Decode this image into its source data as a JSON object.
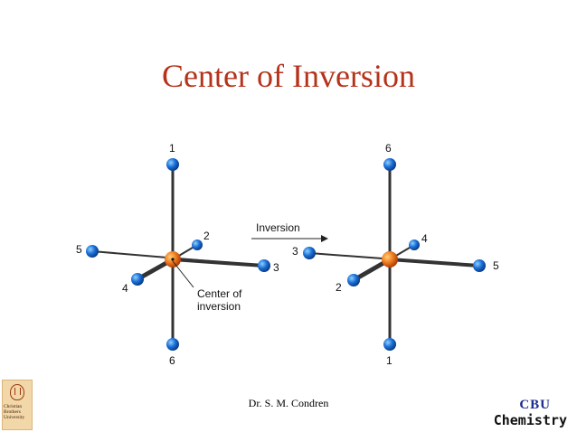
{
  "slide": {
    "title": "Center of Inversion",
    "footer": "Dr. S. M. Condren"
  },
  "colors": {
    "title": "#b5321b",
    "bond": "#333333",
    "ligand_ball": "#1a6fd6",
    "center_ball": "#f07a1e"
  },
  "diagram": {
    "arrow_label": "Inversion",
    "center_label_line1": "Center of",
    "center_label_line2": "inversion",
    "left_molecule": {
      "top": "1",
      "upper_right": "2",
      "right": "3",
      "lower_left": "4",
      "left": "5",
      "bottom": "6"
    },
    "right_molecule": {
      "top": "6",
      "upper_right": "4",
      "right": "5",
      "lower_left": "2",
      "left": "3",
      "bottom": "1"
    }
  },
  "logos": {
    "left_logo_text_line1": "Christian",
    "left_logo_text_line2": "Brothers",
    "left_logo_text_line3": "University",
    "right_logo_line1": "CBU",
    "right_logo_line2": "Chemistry"
  }
}
